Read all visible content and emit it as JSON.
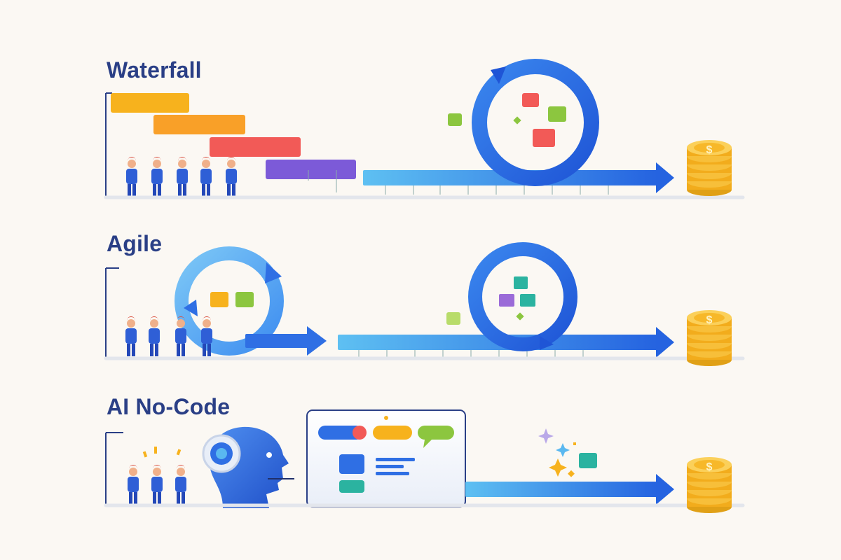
{
  "sections": {
    "waterfall": {
      "title": "Waterfall"
    },
    "agile": {
      "title": "Agile"
    },
    "ai_no_code": {
      "title": "AI No-Code"
    }
  },
  "icons": {
    "coin": "$"
  },
  "colors": {
    "background": "#fbf8f3",
    "title": "#2a3f86",
    "blue_primary": "#2f6fe4",
    "blue_light": "#5ab8f0",
    "phase_1": "#f7b21d",
    "phase_2": "#f9a028",
    "phase_3": "#f25a57",
    "phase_4": "#7c5ad8",
    "coin": "#f5b11e"
  }
}
